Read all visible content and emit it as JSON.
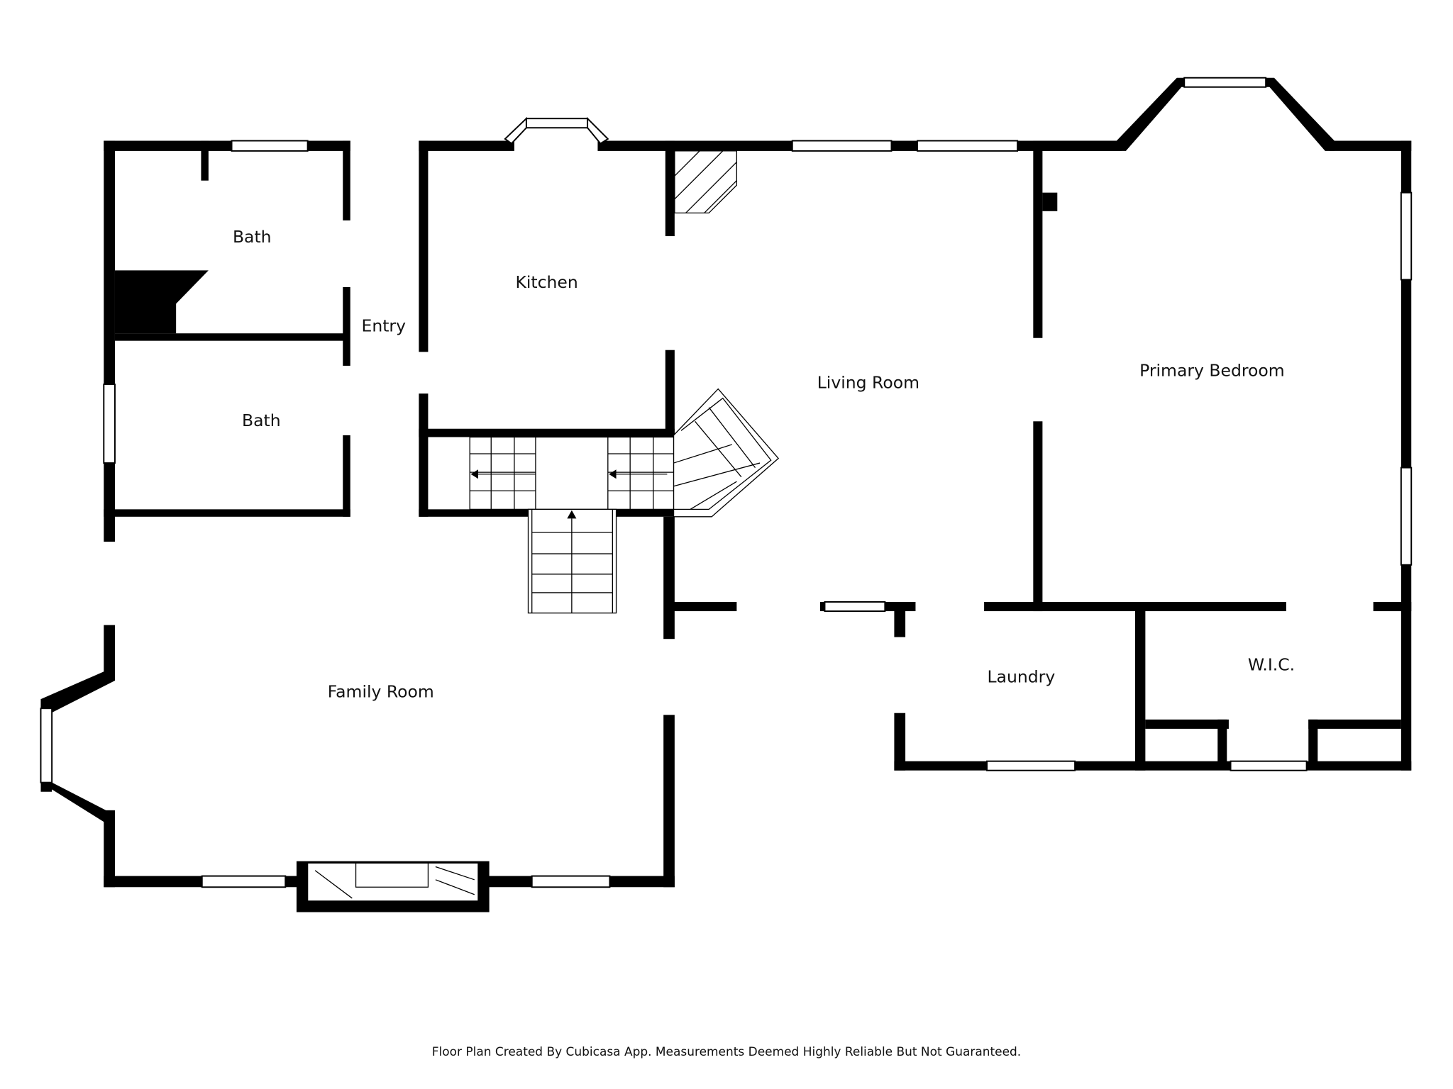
{
  "rooms": {
    "bath_upper": "Bath",
    "bath_lower": "Bath",
    "entry": "Entry",
    "kitchen": "Kitchen",
    "living_room": "Living Room",
    "primary_bedroom": "Primary Bedroom",
    "family_room": "Family Room",
    "laundry": "Laundry",
    "wic": "W.I.C."
  },
  "footer": "Floor Plan Created By Cubicasa App. Measurements Deemed Highly Reliable But Not Guaranteed."
}
